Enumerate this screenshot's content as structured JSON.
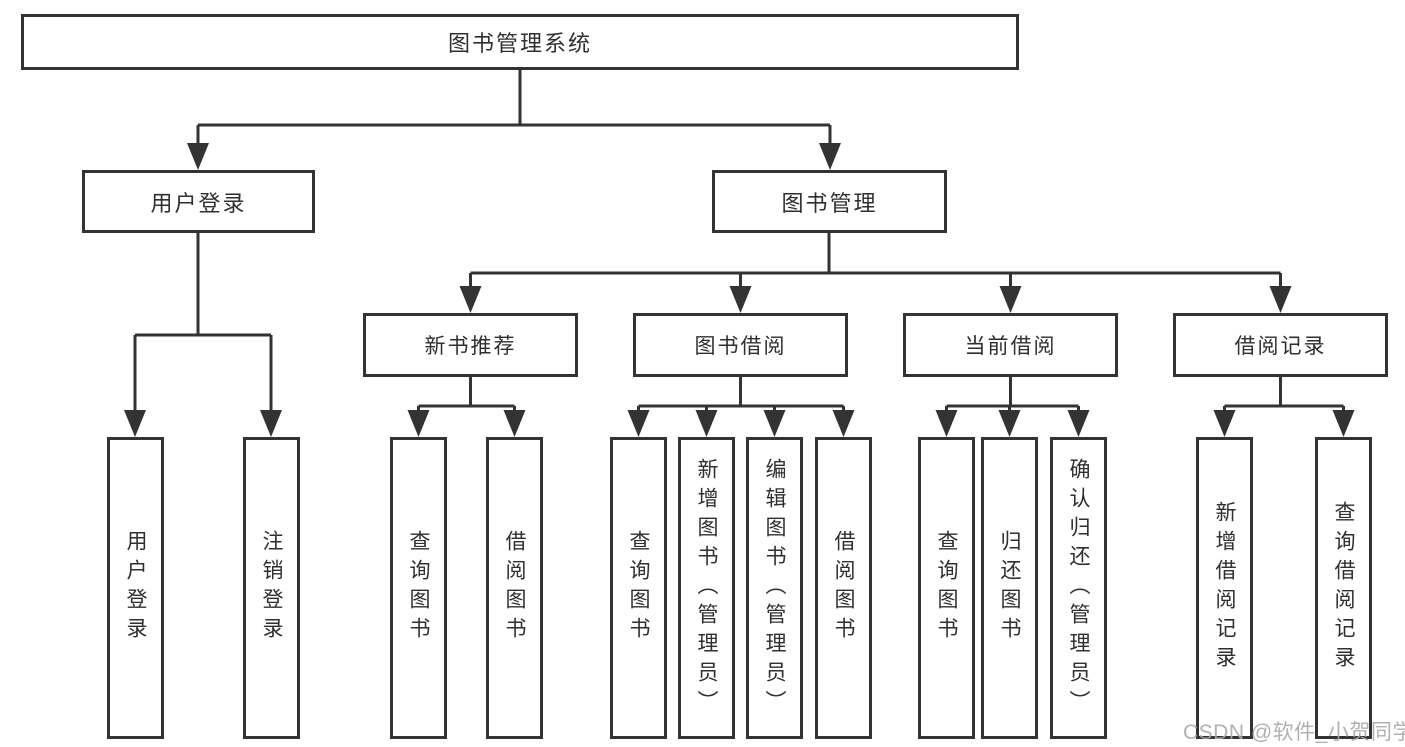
{
  "diagram_title": "图书管理系统",
  "tree": {
    "root": {
      "label": "图书管理系统"
    },
    "branches": [
      {
        "label": "用户登录",
        "children": [
          {
            "label": "用户登录"
          },
          {
            "label": "注销登录"
          }
        ]
      },
      {
        "label": "图书管理",
        "children": [
          {
            "label": "新书推荐",
            "children": [
              {
                "label": "查询图书"
              },
              {
                "label": "借阅图书"
              }
            ]
          },
          {
            "label": "图书借阅",
            "children": [
              {
                "label": "查询图书"
              },
              {
                "label": "新增图书（管理员）"
              },
              {
                "label": "编辑图书（管理员）"
              },
              {
                "label": "借阅图书"
              }
            ]
          },
          {
            "label": "当前借阅",
            "children": [
              {
                "label": "查询图书"
              },
              {
                "label": "归还图书"
              },
              {
                "label": "确认归还（管理员）"
              }
            ]
          },
          {
            "label": "借阅记录",
            "children": [
              {
                "label": "新增借阅记录"
              },
              {
                "label": "查询借阅记录"
              }
            ]
          }
        ]
      }
    ]
  },
  "watermark": {
    "text": "CSDN @软件_小贺同学"
  },
  "colors": {
    "line": "#333333",
    "box_border": "#333333",
    "text": "#2f2f2f",
    "watermark": "#a8a8a8",
    "background": "#ffffff"
  }
}
